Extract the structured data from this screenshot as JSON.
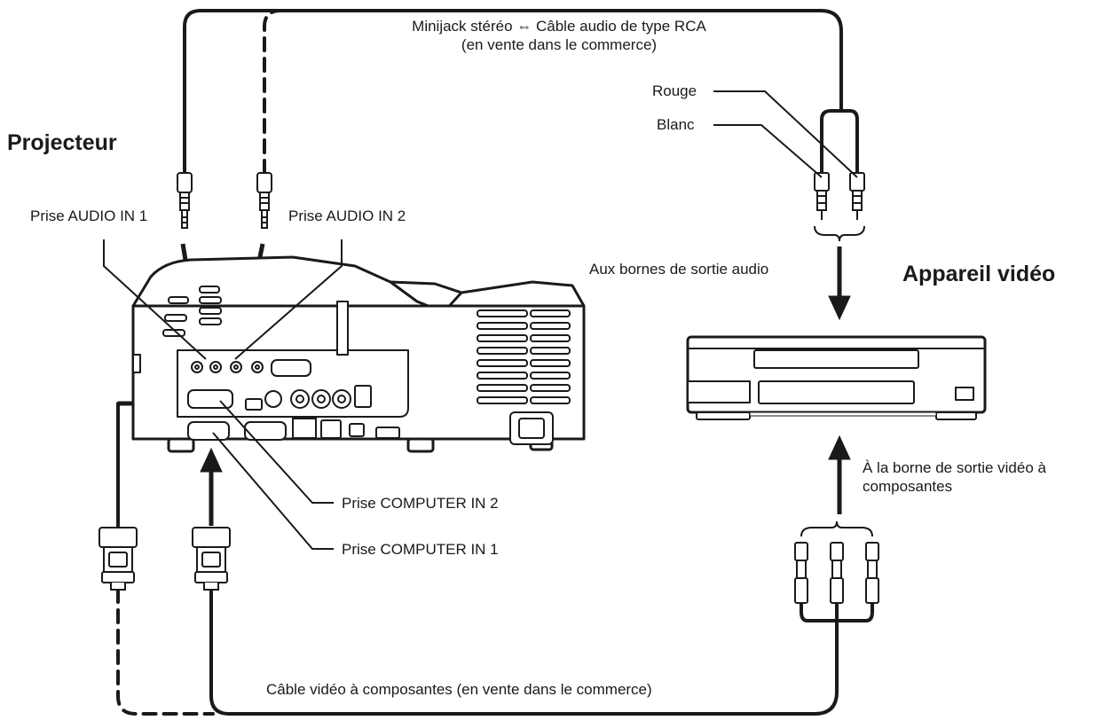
{
  "colors": {
    "line": "#1a1a1a",
    "panel": "#ffffff",
    "background": "#ffffff"
  },
  "titles": {
    "projector": "Projecteur",
    "video_device": "Appareil vidéo"
  },
  "labels": {
    "audio_cable_line1": "Minijack stéréo ⇔ Câble audio de type RCA",
    "audio_cable_line2": "(en vente dans le commerce)",
    "red": "Rouge",
    "white": "Blanc",
    "audio_in_1": "Prise AUDIO IN 1",
    "audio_in_2": "Prise AUDIO IN 2",
    "audio_out": "Aux bornes de sortie audio",
    "component_out_line1": "À la borne de sortie vidéo à",
    "component_out_line2": "composantes",
    "computer_in_2": "Prise COMPUTER IN 2",
    "computer_in_1": "Prise COMPUTER IN 1",
    "component_cable": "Câble vidéo à composantes (en vente dans le commerce)"
  },
  "icons": [
    "projector-icon",
    "video-player-icon",
    "minijack-plug-icon",
    "rca-plug-icon",
    "vga-connector-icon",
    "arrow-icon"
  ]
}
